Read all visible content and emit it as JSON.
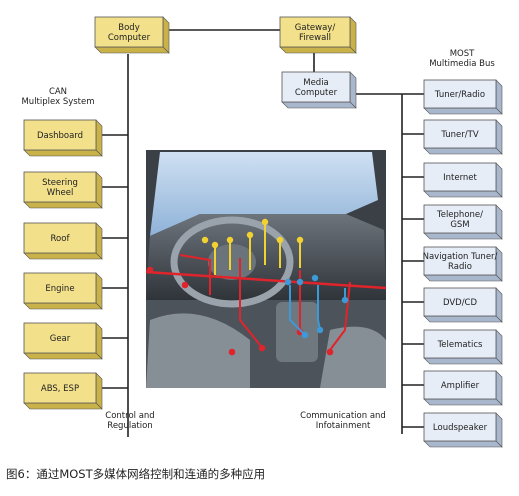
{
  "left_group_title": [
    "CAN",
    "Multiplex System"
  ],
  "right_group_title": [
    "MOST",
    "Multimedia Bus"
  ],
  "top_boxes": {
    "body_computer": [
      "Body",
      "Computer"
    ],
    "gateway": [
      "Gateway/",
      "Firewall"
    ],
    "media_computer": [
      "Media",
      "Computer"
    ]
  },
  "can_boxes": [
    [
      "Dashboard"
    ],
    [
      "Steering",
      "Wheel"
    ],
    [
      "Roof"
    ],
    [
      "Engine"
    ],
    [
      "Gear"
    ],
    [
      "ABS, ESP"
    ]
  ],
  "most_boxes": [
    [
      "Tuner/Radio"
    ],
    [
      "Tuner/TV"
    ],
    [
      "Internet"
    ],
    [
      "Telephone/",
      "GSM"
    ],
    [
      "Navigation Tuner/",
      "Radio"
    ],
    [
      "DVD/CD"
    ],
    [
      "Telematics"
    ],
    [
      "Amplifier"
    ],
    [
      "Loudspeaker"
    ]
  ],
  "bottom_labels": {
    "control": [
      "Control and",
      "Regulation"
    ],
    "communication": [
      "Communication and",
      "Infotainment"
    ]
  },
  "caption": "图6：通过MOST多媒体网络控制和连通的多种应用",
  "colors": {
    "can_box": "#f2e08a",
    "can_box_side": "#c9b24a",
    "most_box": "#e6edf7",
    "most_box_side": "#a9b7cc",
    "line": "#222222",
    "wire_red": "#e0242b",
    "wire_yellow": "#f2d230",
    "wire_blue": "#3d9ad8"
  }
}
